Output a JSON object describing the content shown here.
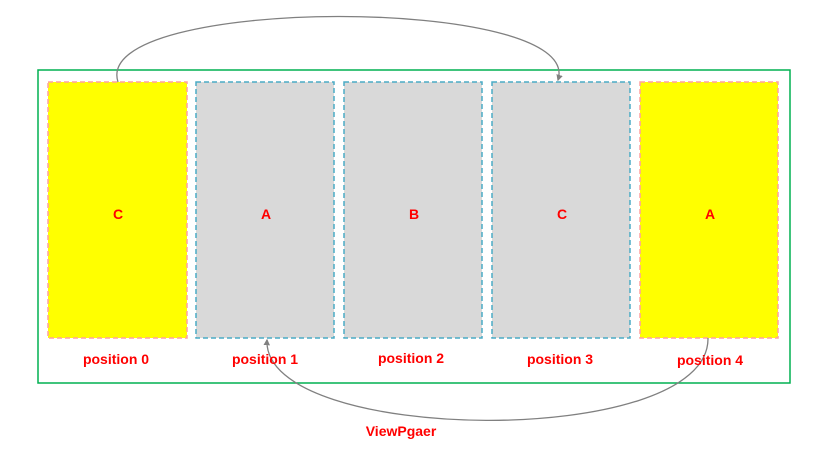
{
  "diagram": {
    "caption": "ViewPgaer",
    "colors": {
      "frame": "#00b050",
      "fake_page_fill": "#ffff00",
      "fake_page_border": "#ffa0a0",
      "real_page_fill": "#d9d9d9",
      "real_page_border": "#4bacc6",
      "label": "#ff0000",
      "arrow": "#808080"
    },
    "pages": [
      {
        "letter": "C",
        "position_label": "position 0",
        "kind": "fake"
      },
      {
        "letter": "A",
        "position_label": "position 1",
        "kind": "real"
      },
      {
        "letter": "B",
        "position_label": "position 2",
        "kind": "real"
      },
      {
        "letter": "C",
        "position_label": "position 3",
        "kind": "real"
      },
      {
        "letter": "A",
        "position_label": "position 4",
        "kind": "fake"
      }
    ],
    "arrows": [
      {
        "from": "position 0",
        "to": "position 3"
      },
      {
        "from": "position 4",
        "to": "position 1"
      }
    ]
  }
}
